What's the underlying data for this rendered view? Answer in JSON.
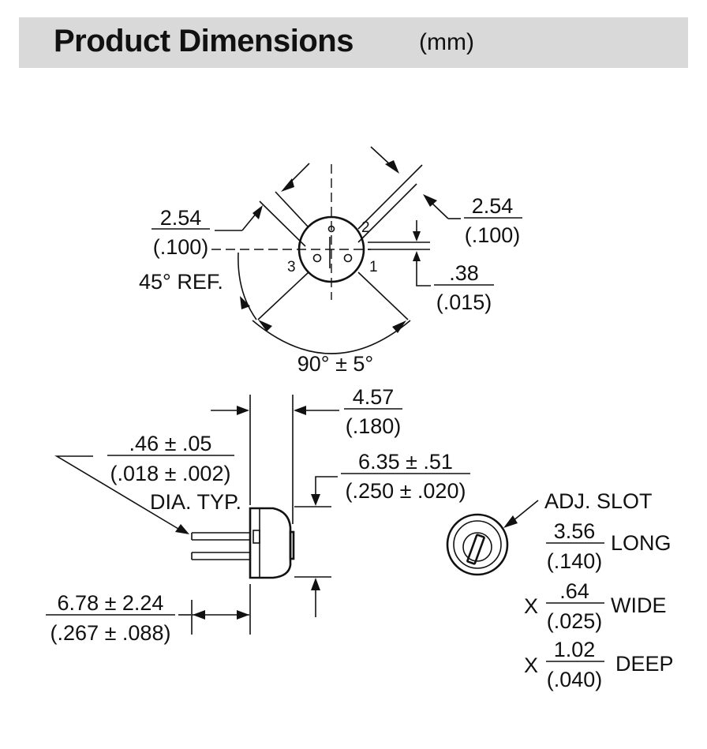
{
  "header": {
    "title": "Product Dimensions",
    "unit": "(mm)",
    "background": "#d9d9d9"
  },
  "top_view": {
    "pin_labels": [
      "1",
      "2",
      "3"
    ],
    "left_spacing": {
      "mm": "2.54",
      "inch": "(.100)"
    },
    "right_spacing": {
      "mm": "2.54",
      "inch": "(.100)"
    },
    "offset": {
      "mm": ".38",
      "inch": "(.015)"
    },
    "angle_ref": "45° REF.",
    "angle_span": "90° ± 5°"
  },
  "side_view": {
    "pin_dia": {
      "mm": ".46 ± .05",
      "inch": "(.018 ± .002)",
      "note": "DIA. TYP."
    },
    "depth": {
      "mm": "4.57",
      "inch": "(.180)"
    },
    "height": {
      "mm": "6.35 ± .51",
      "inch": "(.250 ± .020)"
    },
    "lead_length": {
      "mm": "6.78 ± 2.24",
      "inch": "(.267 ± .088)"
    }
  },
  "adj_slot": {
    "label": "ADJ. SLOT",
    "long": {
      "mm": "3.56",
      "inch": "(.140)",
      "word": "LONG"
    },
    "wide": {
      "prefix": "X",
      "mm": ".64",
      "inch": "(.025)",
      "word": "WIDE"
    },
    "deep": {
      "prefix": "X",
      "mm": "1.02",
      "inch": "(.040)",
      "word": "DEEP"
    }
  }
}
